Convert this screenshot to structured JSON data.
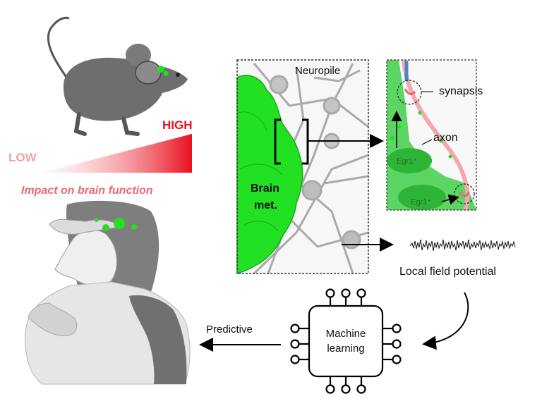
{
  "scale": {
    "low_label": "LOW",
    "high_label": "HIGH",
    "caption": "Impact on brain function",
    "low_color": "#f4b0b4",
    "high_color": "#e8101e"
  },
  "neuropile": {
    "title": "Neuropile",
    "tumor_label_line1": "Brain",
    "tumor_label_line2": "met.",
    "tumor_color": "#22e022"
  },
  "inset": {
    "synapsis_label": "synapsis",
    "axon_label": "axon",
    "cell1_label": "Egr1⁺",
    "cell2_label": "Egr1⁺"
  },
  "lfp": {
    "label": "Local field potential"
  },
  "ml": {
    "line1": "Machine",
    "line2": "learning",
    "arrow_label": "Predictive"
  },
  "icons": [
    "mouse-icon",
    "human-headache-icon",
    "chip-icon",
    "signal-trace-icon"
  ]
}
